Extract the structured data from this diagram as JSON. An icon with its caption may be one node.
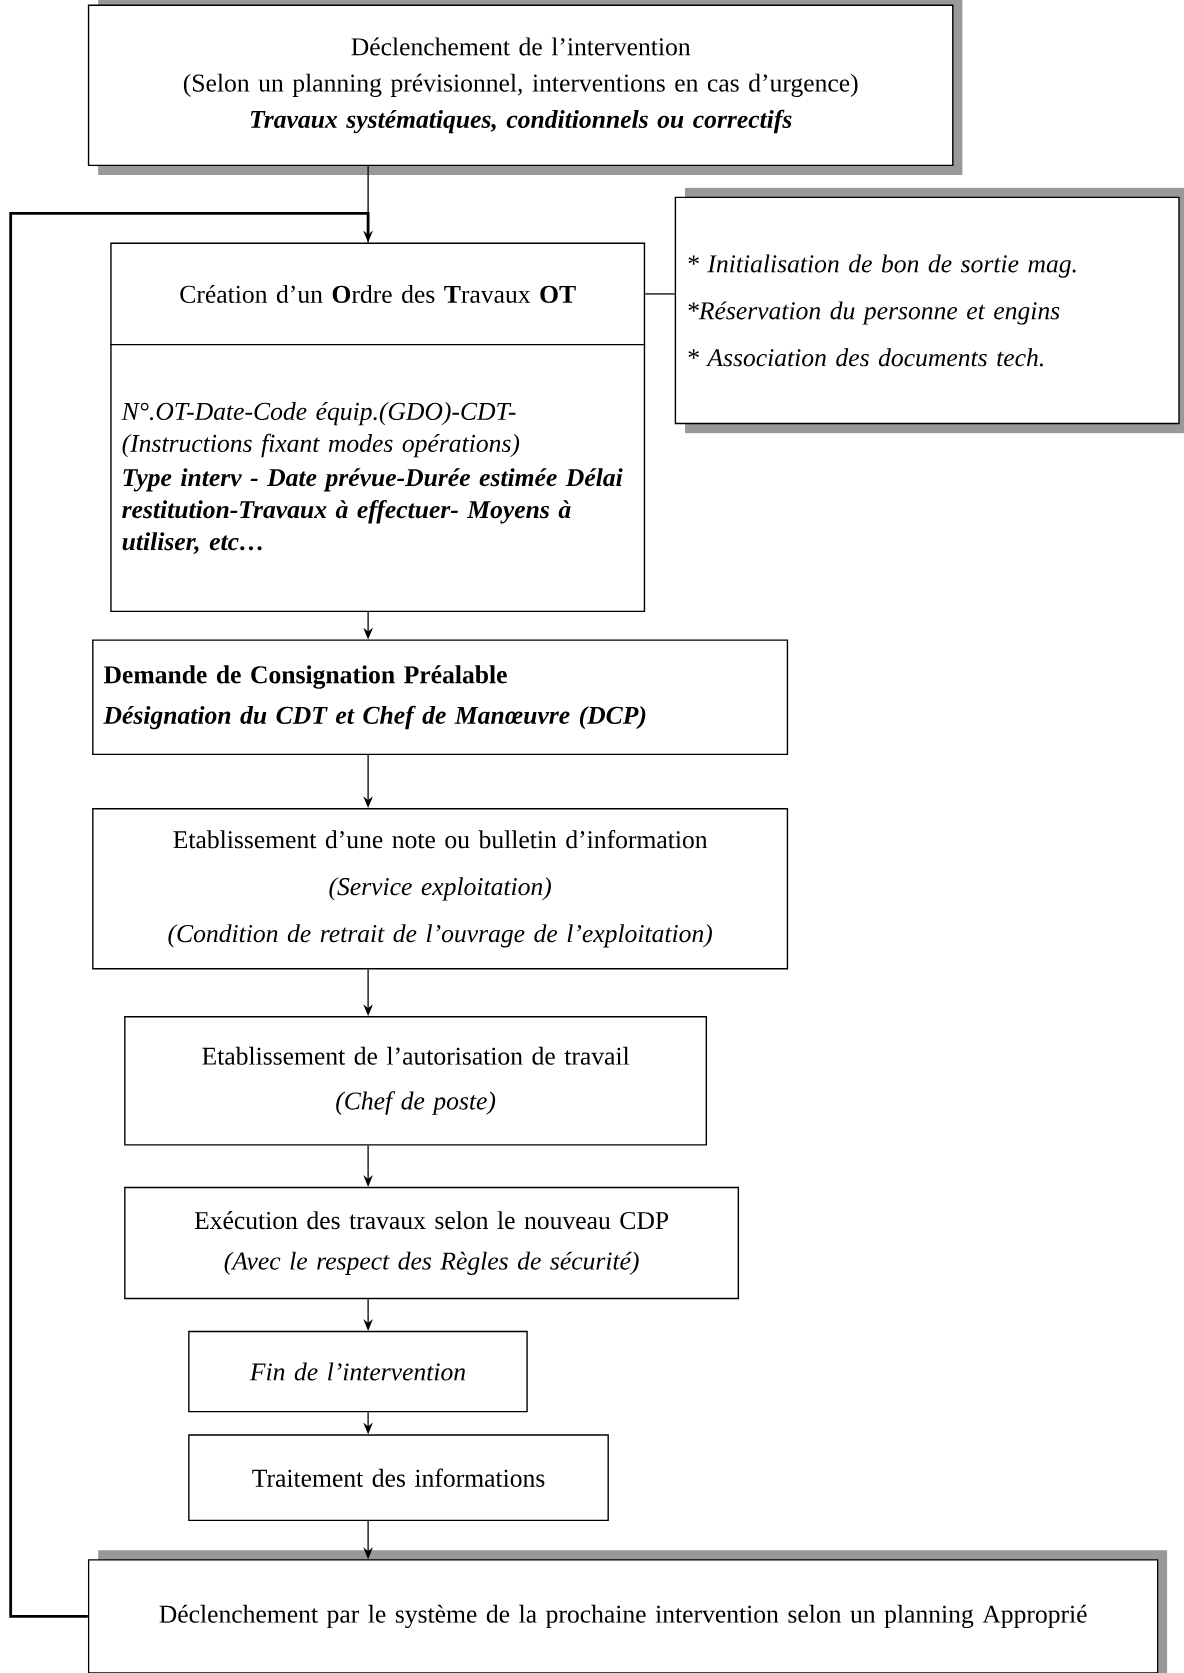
{
  "diagram": {
    "nodes": [
      {
        "text": [
          "Déclenchement de l’intervention",
          "(Selon un planning prévisionnel, interventions en cas d’urgence)",
          "Travaux systématiques, conditionnels ou correctifs"
        ]
      },
      {
        "text": [
          "Création d’un **O**rdre des **T**ravaux **OT**"
        ]
      },
      {
        "text": [
          "N°.OT-Date-Code équip.(GDO)-CDT- (Instructions fixant modes opérations)",
          "Type interv - Date prévue-Durée estimée Délai restitution-Travaux à effectuer- Moyens à utiliser, etc…"
        ]
      },
      {
        "text": [
          "* Initialisation de bon de sortie mag.",
          "*Réservation du personne et engins",
          "* Association des documents tech."
        ]
      },
      {
        "text": [
          "Demande de Consignation Préalable",
          "Désignation du CDT et Chef de Manœuvre (DCP)"
        ]
      },
      {
        "text": [
          "Etablissement d’une note ou bulletin d’information",
          "(Service exploitation)",
          "(Condition de retrait de l’ouvrage de l’exploitation)"
        ]
      },
      {
        "text": [
          "Etablissement de l’autorisation de travail",
          "(Chef de poste)"
        ]
      },
      {
        "text": [
          "Exécution des travaux selon le nouveau CDP",
          "(Avec le respect des Règles de sécurité)"
        ]
      },
      {
        "text": [
          "Fin de l’intervention"
        ]
      },
      {
        "text": [
          "Traitement des informations"
        ]
      },
      {
        "text": [
          "Déclenchement par le système de la prochaine intervention selon un planning Approprié"
        ]
      }
    ],
    "edges": [
      {
        "from": 0,
        "to": 1,
        "arrow": "none"
      },
      {
        "from": 1,
        "to": 3,
        "arrow": "none"
      },
      {
        "from": 2,
        "to": 4,
        "arrow": "to"
      },
      {
        "from": 4,
        "to": 5,
        "arrow": "to"
      },
      {
        "from": 5,
        "to": 6,
        "arrow": "to"
      },
      {
        "from": 6,
        "to": 7,
        "arrow": "to"
      },
      {
        "from": 7,
        "to": 8,
        "arrow": "to"
      },
      {
        "from": 8,
        "to": 9,
        "arrow": "to"
      },
      {
        "from": 9,
        "to": 10,
        "arrow": "to"
      },
      {
        "from": 10,
        "to": 1,
        "arrow": "to"
      }
    ]
  }
}
